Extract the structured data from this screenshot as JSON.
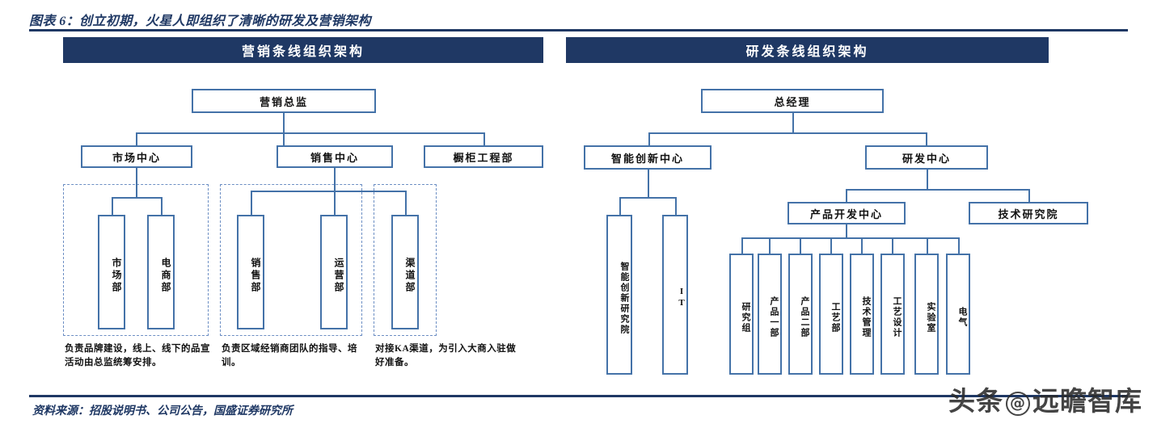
{
  "figure": {
    "title": "图表 6：创立初期，火星人即组织了清晰的研发及营销架构",
    "source": "资料来源：招股说明书、公司公告，国盛证券研究所",
    "accent_color": "#1f3864",
    "box_border_color": "#4472a8"
  },
  "watermark": {
    "brand": "头条",
    "at": "@",
    "name": "远瞻智库"
  },
  "left_panel": {
    "header": "营销条线组织架构",
    "root": "营销总监",
    "level2": [
      "市场中心",
      "销售中心",
      "橱柜工程部"
    ],
    "groups": [
      {
        "leaves": [
          "市场部",
          "电商部"
        ],
        "caption": "负责品牌建设，线上、线下的品宣活动由总监统筹安排。"
      },
      {
        "leaves": [
          "销售部",
          "运营部"
        ],
        "caption": "负责区域经销商团队的指导、培训。"
      },
      {
        "leaves": [
          "渠道部"
        ],
        "caption": "对接KA渠道，为引入大商入驻做好准备。"
      }
    ]
  },
  "right_panel": {
    "header": "研发条线组织架构",
    "root": "总经理",
    "level2": [
      "智能创新中心",
      "研发中心"
    ],
    "innovation_leaves": [
      "智能创新研究院",
      "IT"
    ],
    "rd_level3": [
      "产品开发中心",
      "技术研究院"
    ],
    "product_leaves": [
      "研究组",
      "产品一部",
      "产品二部",
      "工艺部",
      "技术管理",
      "工艺设计",
      "实验室",
      "电气"
    ]
  }
}
